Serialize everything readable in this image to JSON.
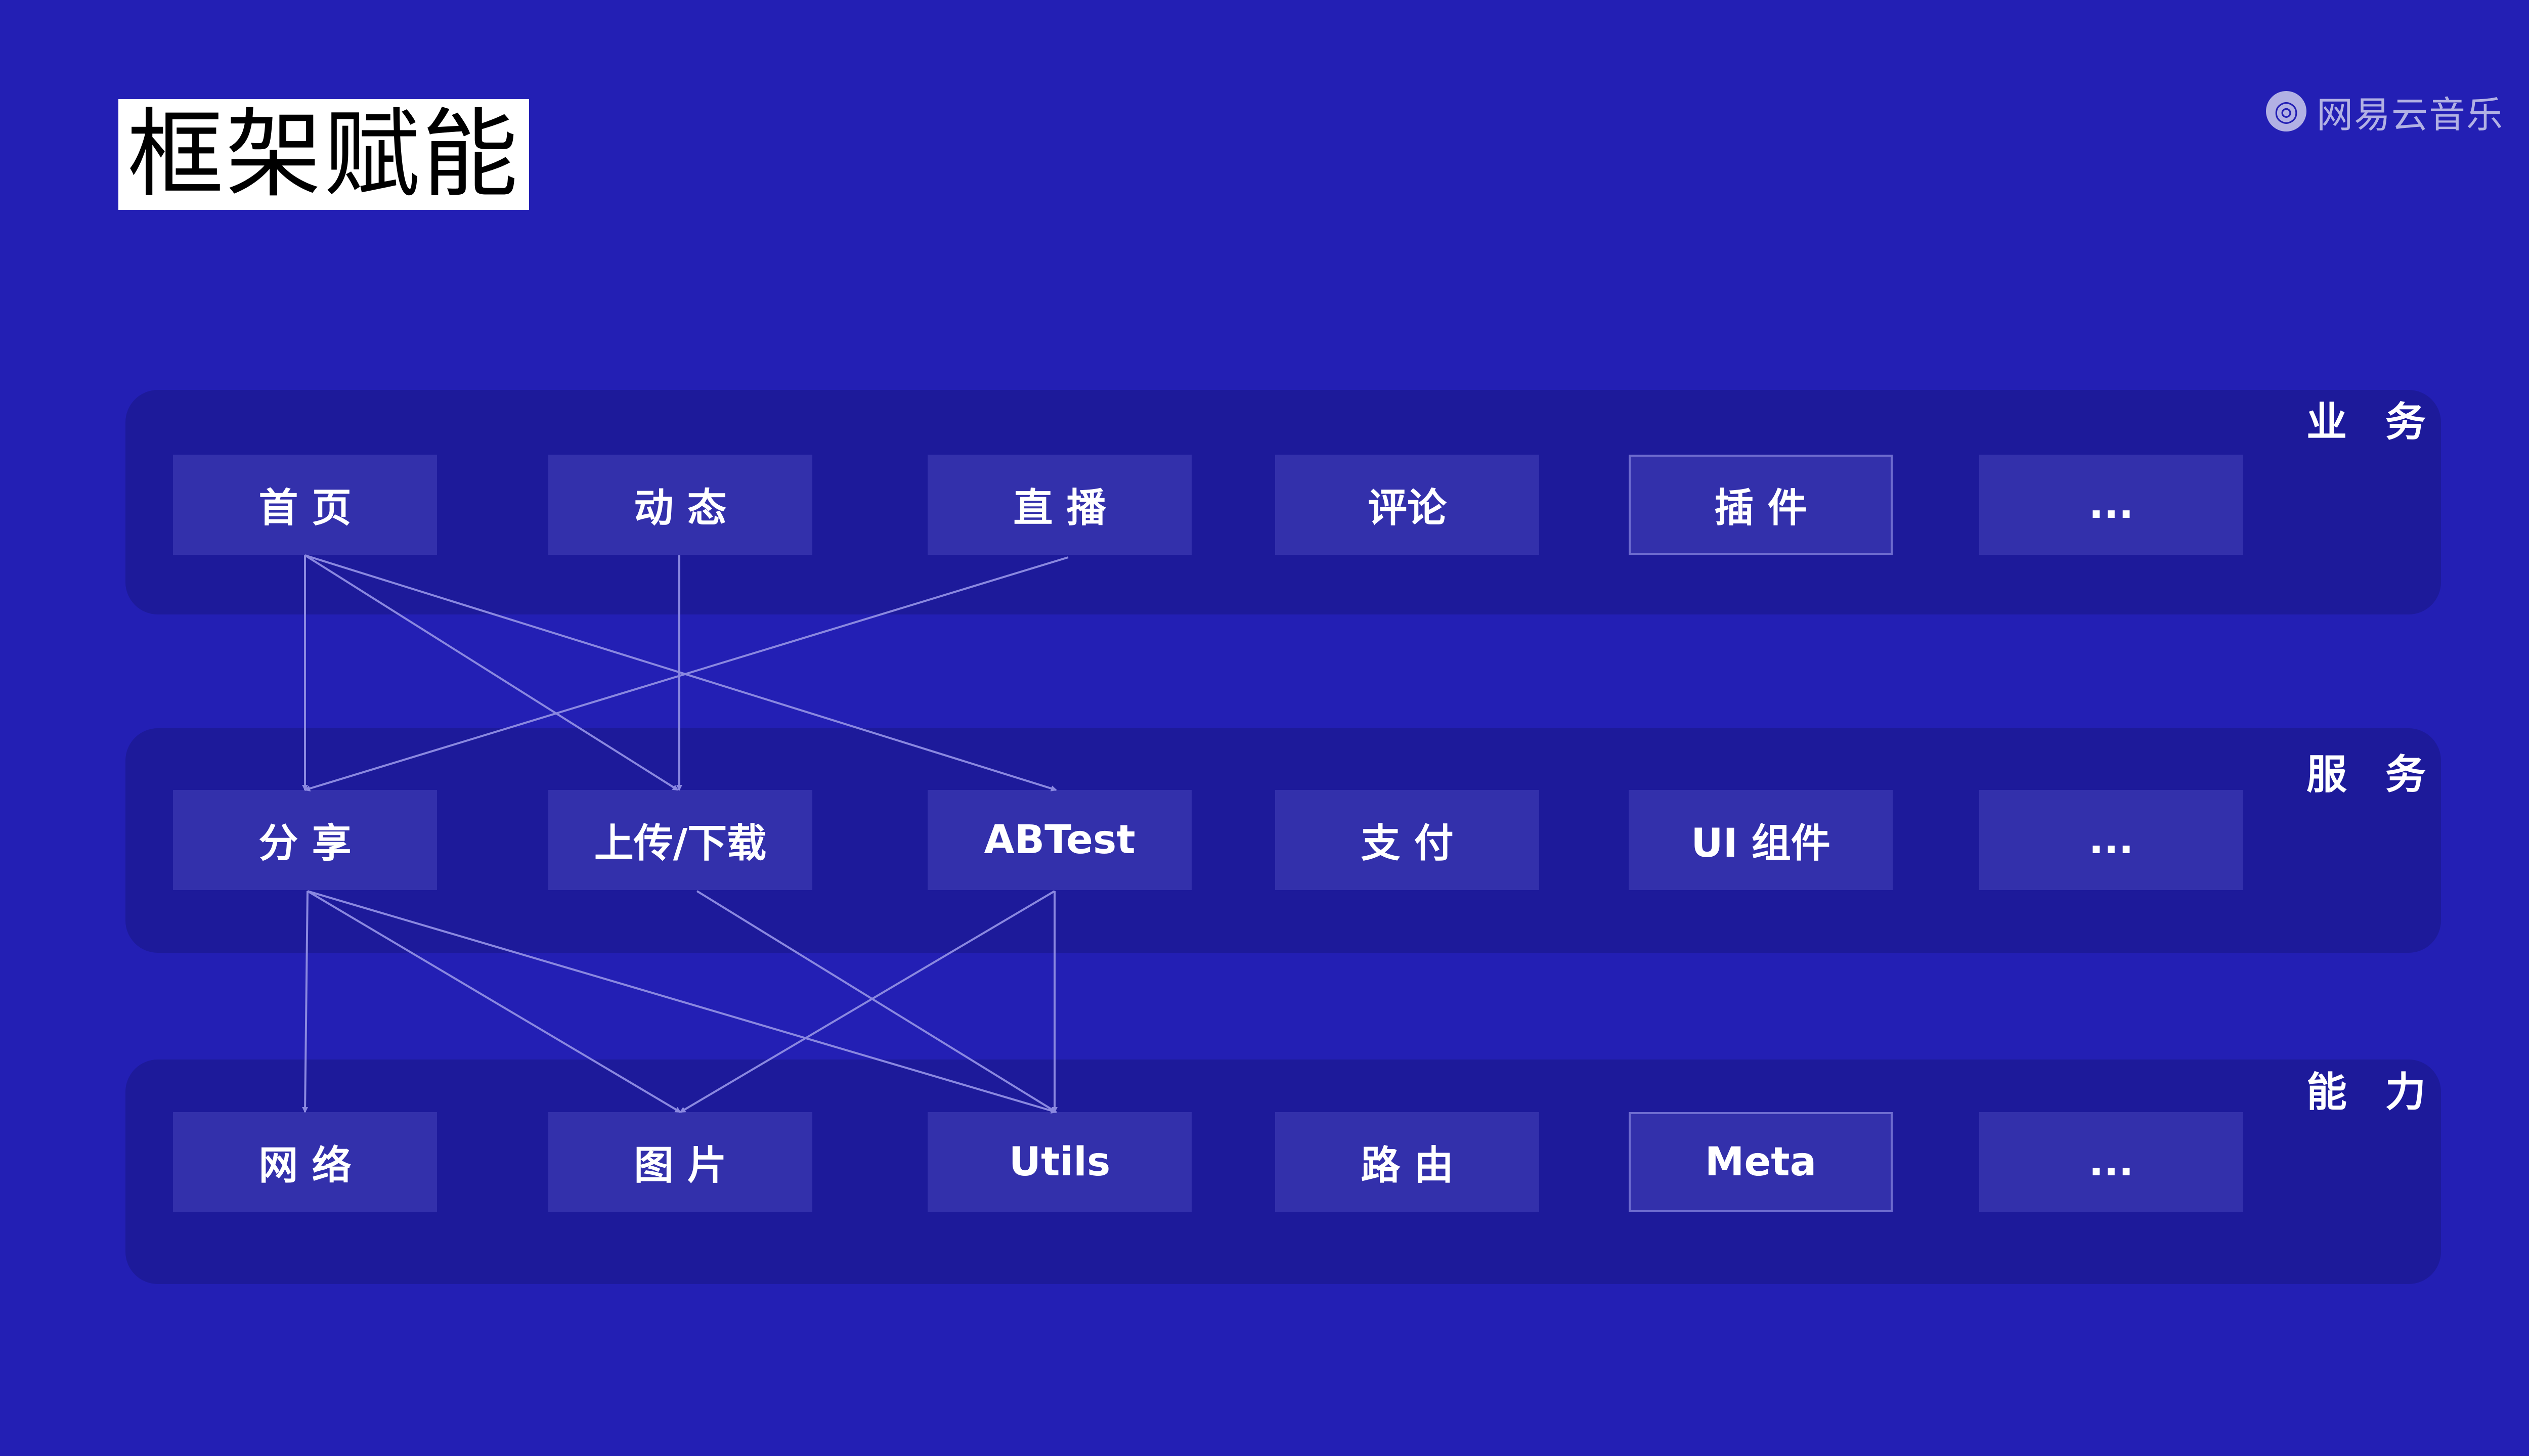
{
  "title": "框架赋能",
  "logo": {
    "icon": "netease-cloud-music-icon",
    "text": "网易云音乐"
  },
  "layers": [
    {
      "label": "业 务",
      "items": [
        "首 页",
        "动 态",
        "直 播",
        "评论",
        "插 件",
        "..."
      ]
    },
    {
      "label": "服 务",
      "items": [
        "分 享",
        "上传/下载",
        "ABTest",
        "支 付",
        "UI 组件",
        "..."
      ]
    },
    {
      "label": "能 力",
      "items": [
        "网 络",
        "图 片",
        "Utils",
        "路 由",
        "Meta",
        "..."
      ]
    }
  ],
  "links": [
    {
      "from": "首 页",
      "to": "分 享"
    },
    {
      "from": "首 页",
      "to": "上传/下载"
    },
    {
      "from": "首 页",
      "to": "ABTest"
    },
    {
      "from": "动 态",
      "to": "上传/下载"
    },
    {
      "from": "直 播",
      "to": "分 享"
    },
    {
      "from": "分 享",
      "to": "网 络"
    },
    {
      "from": "分 享",
      "to": "图 片"
    },
    {
      "from": "分 享",
      "to": "Utils"
    },
    {
      "from": "上传/下载",
      "to": "Utils"
    },
    {
      "from": "ABTest",
      "to": "图 片"
    },
    {
      "from": "ABTest",
      "to": "Utils"
    }
  ],
  "colors": {
    "background": "#231fb4",
    "panel": "#1d1a9a",
    "box": "#3330ab",
    "box_border": "#6e6ccf",
    "arrow": "#8a88e0"
  }
}
